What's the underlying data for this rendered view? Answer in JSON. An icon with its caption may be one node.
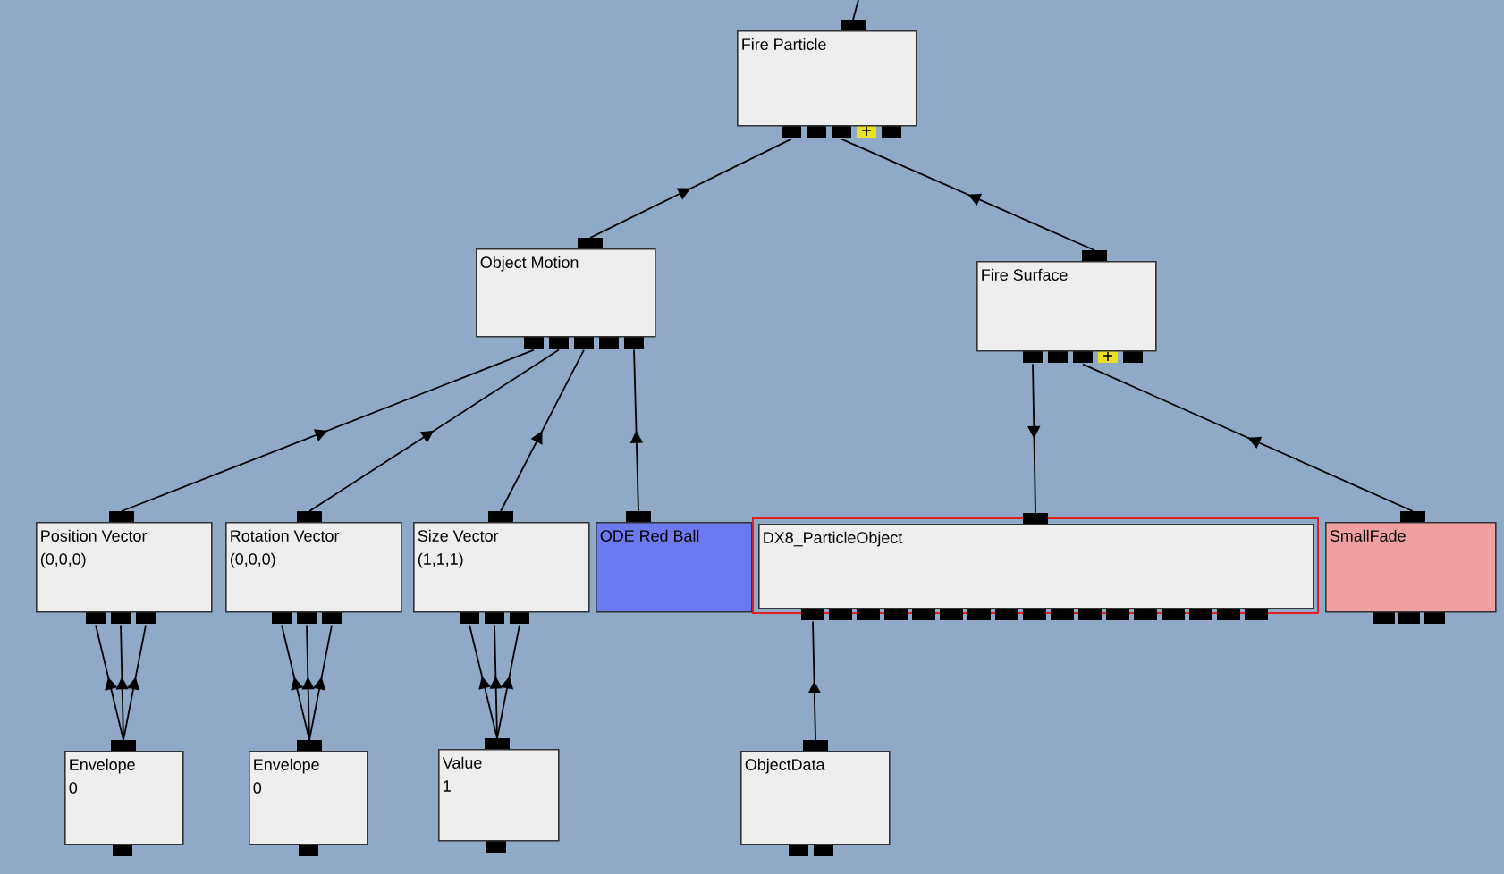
{
  "diagram": {
    "nodes": [
      {
        "text": [
          "Fire Particle"
        ]
      },
      {
        "text": [
          "Object Motion"
        ]
      },
      {
        "text": [
          "Fire Surface"
        ]
      },
      {
        "text": [
          "Position Vector",
          "(0,0,0)"
        ]
      },
      {
        "text": [
          "Rotation Vector",
          "(0,0,0)"
        ]
      },
      {
        "text": [
          "Size Vector",
          "(1,1,1)"
        ]
      },
      {
        "text": [
          "ODE Red Ball"
        ]
      },
      {
        "text": [
          "DX8_ParticleObject"
        ]
      },
      {
        "text": [
          "SmallFade"
        ]
      },
      {
        "text": [
          "Envelope",
          "0"
        ]
      },
      {
        "text": [
          "Envelope",
          "0"
        ]
      },
      {
        "text": [
          "Value",
          "1"
        ]
      },
      {
        "text": [
          "ObjectData"
        ]
      }
    ],
    "edges": [
      {
        "from": null,
        "to": 0,
        "arrow": "none"
      },
      {
        "from": 1,
        "to": 0,
        "arrow": "to"
      },
      {
        "from": 2,
        "to": 0,
        "arrow": "to"
      },
      {
        "from": 3,
        "to": 1,
        "arrow": "to"
      },
      {
        "from": 4,
        "to": 1,
        "arrow": "to"
      },
      {
        "from": 5,
        "to": 1,
        "arrow": "to"
      },
      {
        "from": 6,
        "to": 1,
        "arrow": "to"
      },
      {
        "from": 2,
        "to": 7,
        "arrow": "to"
      },
      {
        "from": 8,
        "to": 2,
        "arrow": "to"
      },
      {
        "from": 9,
        "to": 3,
        "arrow": "to"
      },
      {
        "from": 9,
        "to": 3,
        "arrow": "to"
      },
      {
        "from": 9,
        "to": 3,
        "arrow": "to"
      },
      {
        "from": 10,
        "to": 4,
        "arrow": "to"
      },
      {
        "from": 10,
        "to": 4,
        "arrow": "to"
      },
      {
        "from": 10,
        "to": 4,
        "arrow": "to"
      },
      {
        "from": 11,
        "to": 5,
        "arrow": "to"
      },
      {
        "from": 11,
        "to": 5,
        "arrow": "to"
      },
      {
        "from": 11,
        "to": 5,
        "arrow": "to"
      },
      {
        "from": 12,
        "to": 7,
        "arrow": "to"
      }
    ]
  }
}
